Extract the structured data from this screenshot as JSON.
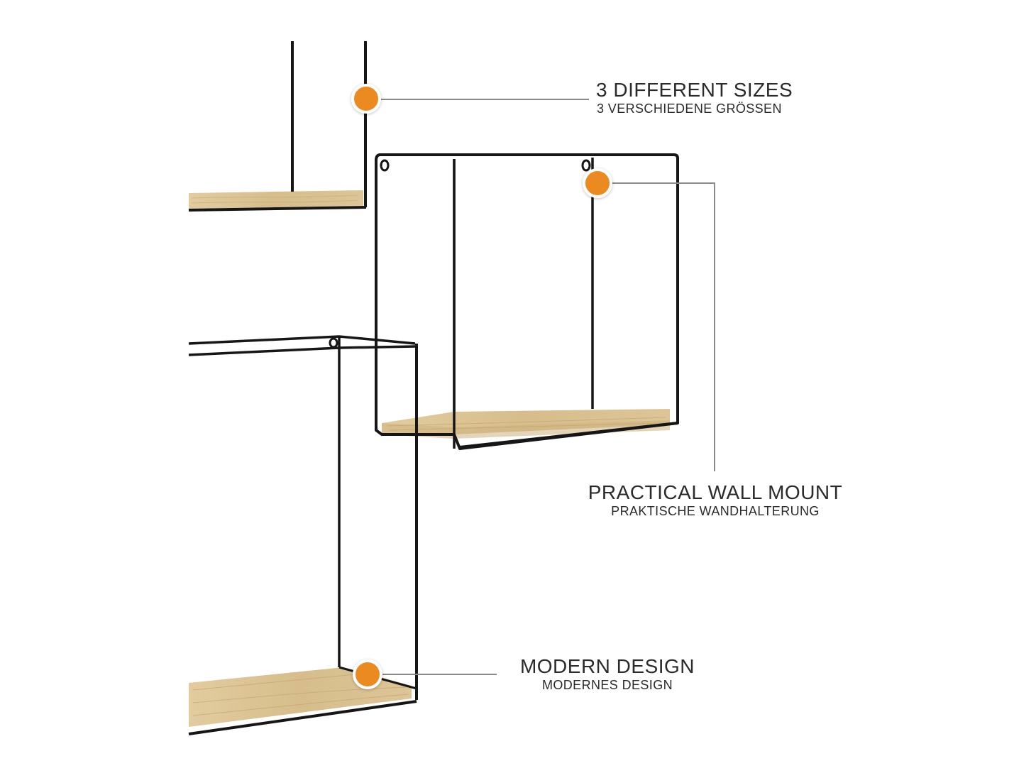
{
  "features": [
    {
      "title": "3 DIFFERENT SIZES",
      "subtitle": "3 VERSCHIEDENE GRÖSSEN"
    },
    {
      "title": "PRACTICAL WALL MOUNT",
      "subtitle": "PRAKTISCHE WANDHALTERUNG"
    },
    {
      "title": "MODERN DESIGN",
      "subtitle": "MODERNES DESIGN"
    }
  ],
  "colors": {
    "background": "#ffffff",
    "frame": "#161616",
    "wood": "#d9c190",
    "wood_edge": "#c9ad78",
    "marker": "#ec8a24",
    "marker_ring": "#ffffff",
    "leader_line": "#8a8a8a",
    "text": "#2b2b2b"
  }
}
